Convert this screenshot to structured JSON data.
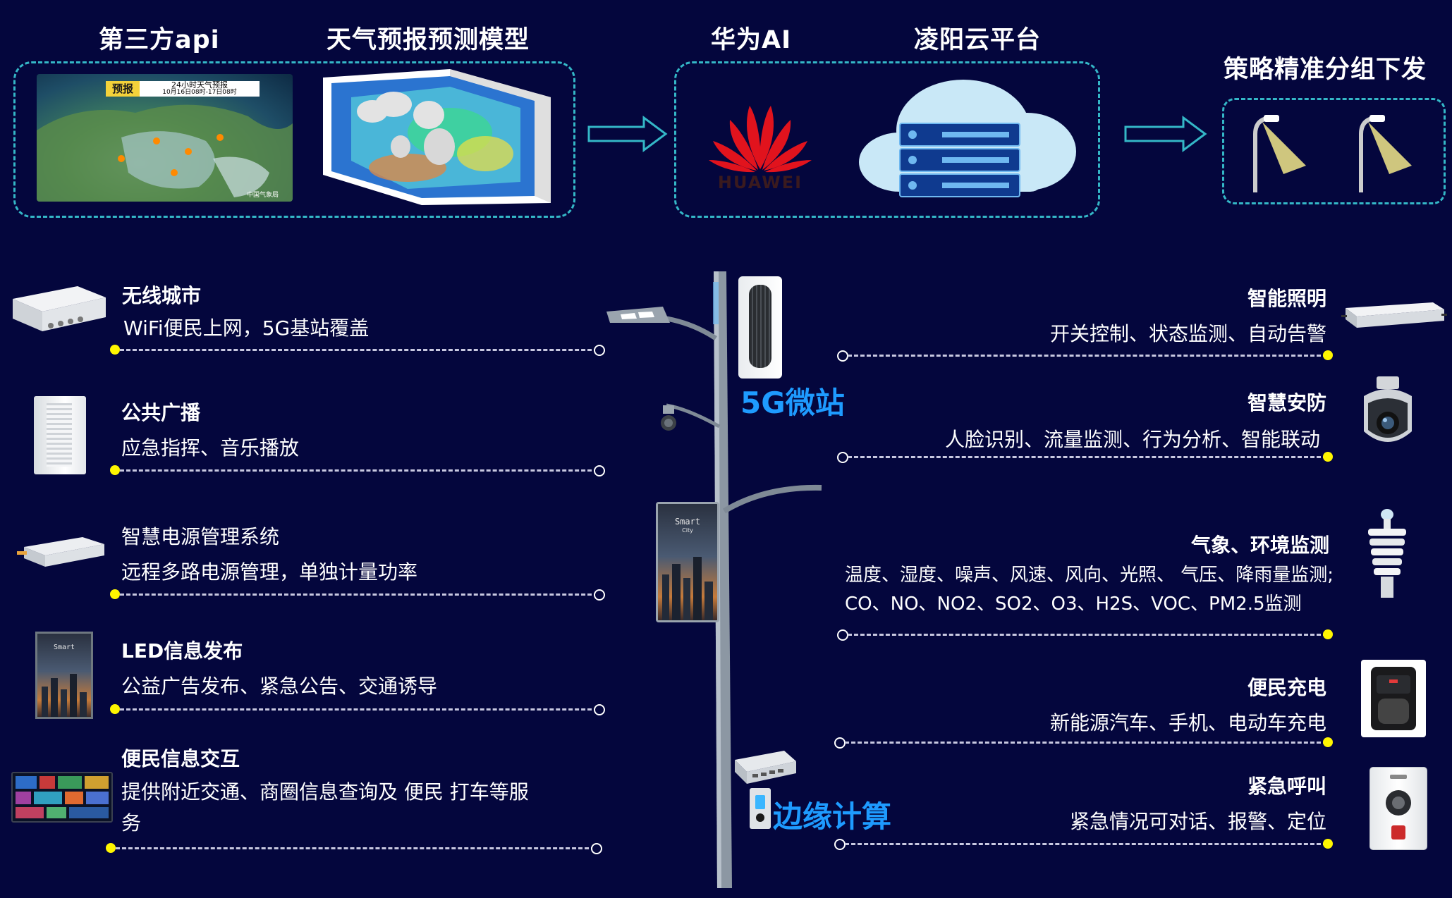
{
  "top": {
    "api_title": "第三方api",
    "model_title": "天气预报预测模型",
    "huawei_title": "华为AI",
    "cloud_title": "凌阳云平台",
    "strategy_title": "策略精准分组下发",
    "forecast_tag": "预报",
    "forecast_heading": "24小时天气预报",
    "forecast_range": "10月16日08时-17日08时",
    "forecast_source": "中国气象局",
    "huawei_logo_text": "HUAWEI"
  },
  "pole": {
    "micro_station_label": "5G微站",
    "edge_label": "边缘计算",
    "screen_text_1": "Smart",
    "screen_text_2": "City"
  },
  "left_items": [
    {
      "title": "无线城市",
      "desc": "WiFi便民上网，5G基站覆盖"
    },
    {
      "title": "公共广播",
      "desc": "应急指挥、音乐播放"
    },
    {
      "title": "智慧电源管理系统",
      "desc": "远程多路电源管理，单独计量功率"
    },
    {
      "title": "LED信息发布",
      "desc": "公益广告发布、紧急公告、交通诱导"
    },
    {
      "title": "便民信息交互",
      "desc": "提供附近交通、商圈信息查询及 便民  打车等服",
      "desc2": "务"
    }
  ],
  "right_items": [
    {
      "title": "智能照明",
      "desc": "开关控制、状态监测、自动告警"
    },
    {
      "title": "智慧安防",
      "desc": "人脸识别、流量监测、行为分析、智能联动"
    },
    {
      "title": "气象、环境监测",
      "desc": "温度、湿度、噪声、风速、风向、光照、 气压、降雨量监测;",
      "desc2": "CO、NO、NO2、SO2、O3、H2S、VOC、PM2.5监测"
    },
    {
      "title": "便民充电",
      "desc": "新能源汽车、手机、电动车充电"
    },
    {
      "title": "紧急呼叫",
      "desc": "紧急情况可对话、报警、定位"
    }
  ],
  "colors": {
    "background": "#04063d",
    "dash_border": "#34b7c7",
    "accent_blue": "#1e9bff",
    "dot_yellow": "#fff600"
  }
}
